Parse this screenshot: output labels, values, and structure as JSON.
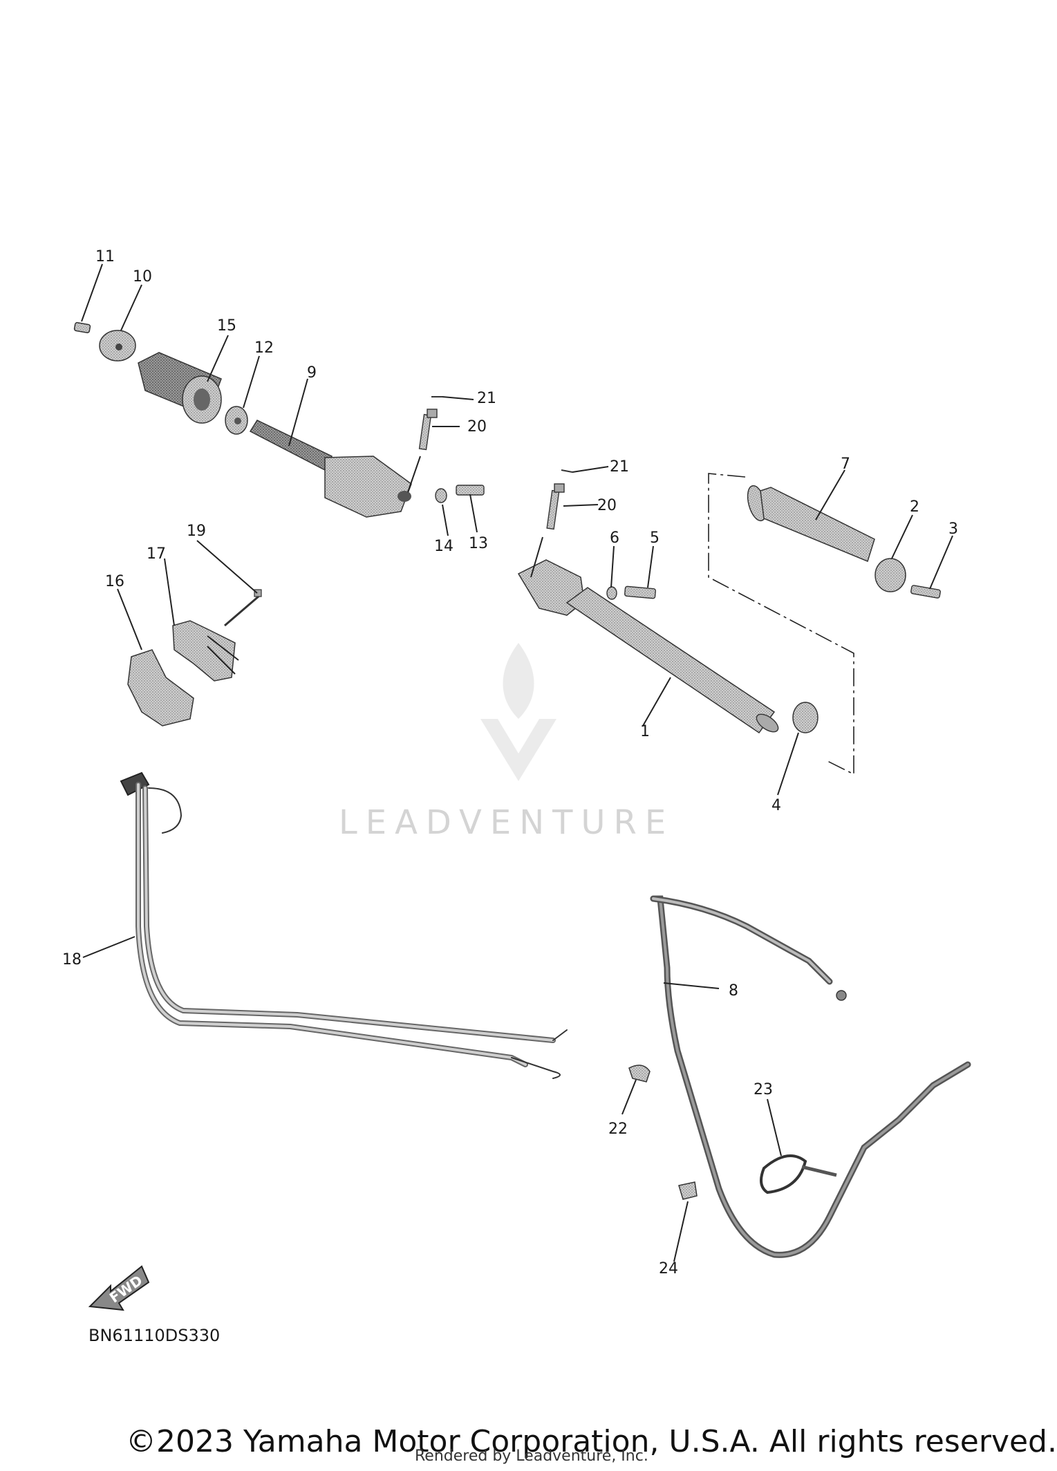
{
  "diagram": {
    "code": "BN61110DS330",
    "copyright": "©2023 Yamaha Motor Corporation, U.S.A. All rights reserved.",
    "rendered_by": "Rendered by Leadventure, Inc.",
    "watermark": "LEADVENTURE",
    "fwd_label": "FWD",
    "callouts": [
      "1",
      "2",
      "3",
      "4",
      "5",
      "6",
      "7",
      "8",
      "9",
      "10",
      "11",
      "12",
      "13",
      "14",
      "15",
      "16",
      "17",
      "18",
      "19",
      "20",
      "21",
      "20",
      "21",
      "22",
      "23",
      "24"
    ]
  }
}
